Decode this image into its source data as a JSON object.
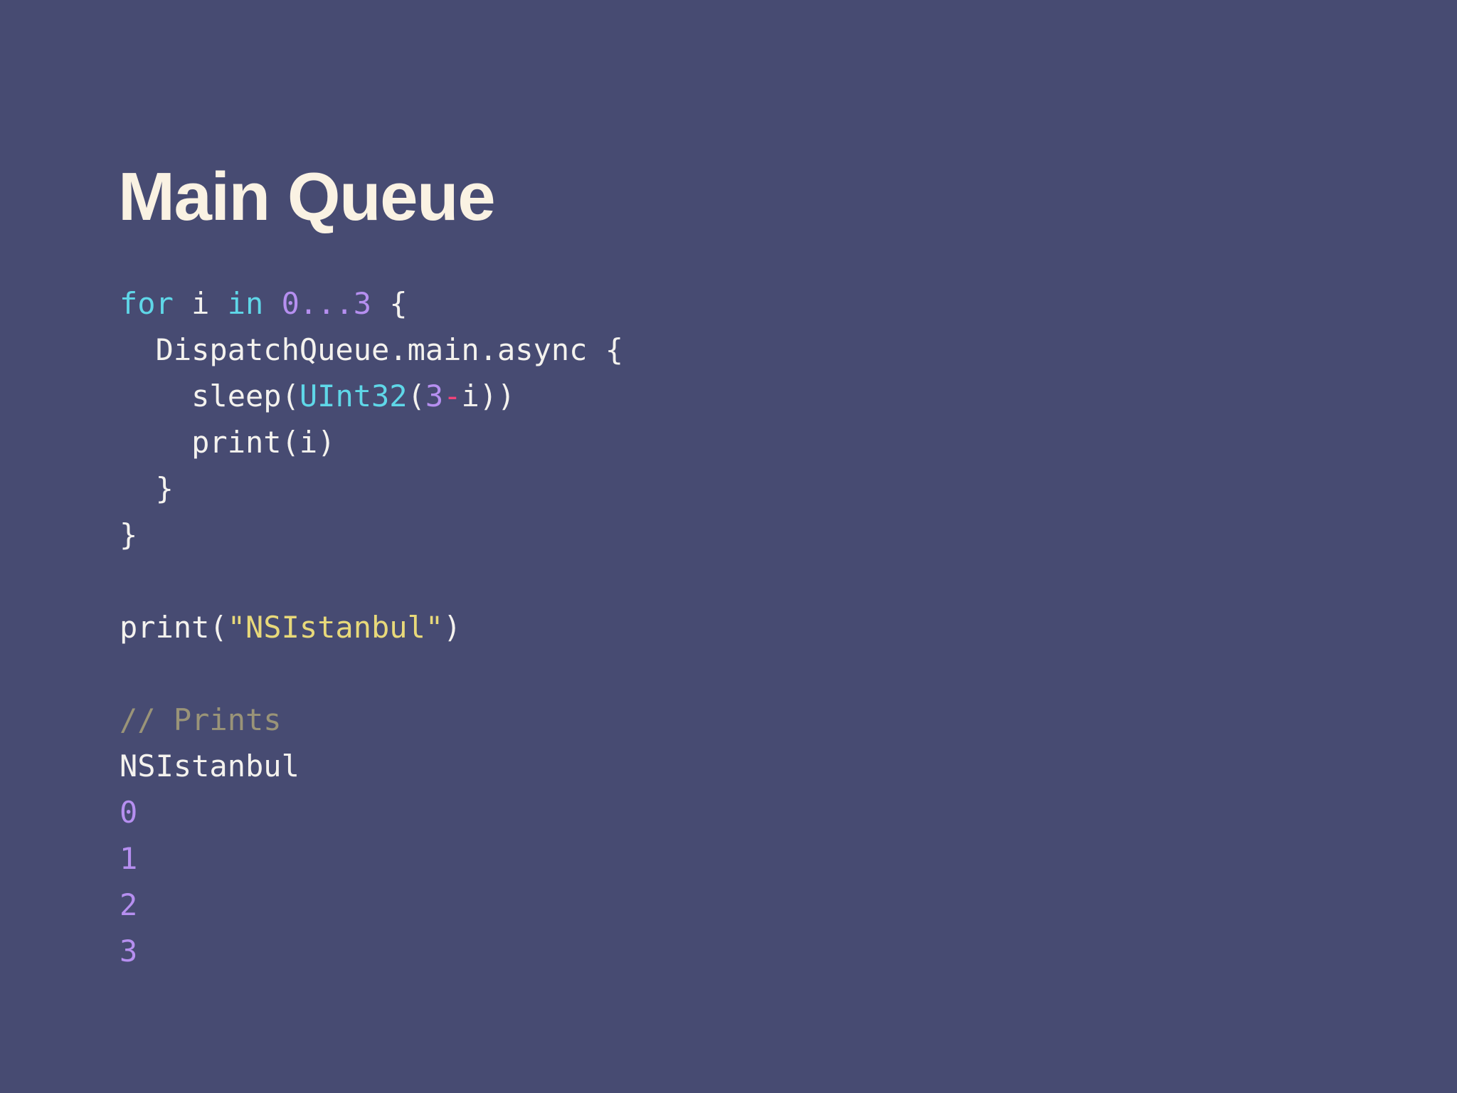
{
  "slide": {
    "background_color": "#474b72",
    "title": "Main Queue",
    "title_color": "#faf2e3"
  },
  "palette": {
    "background": "#474b72",
    "plain": "#f4f2ee",
    "keyword": "#5fd7e8",
    "type": "#5fd7e8",
    "number": "#b68ff0",
    "operator": "#f0437a",
    "string": "#e8d97a",
    "comment": "#9a9478"
  },
  "code": {
    "language": "swift",
    "lines": [
      {
        "id": "line-for",
        "tokens": [
          {
            "text": "for",
            "kind": "keyword"
          },
          {
            "text": " i ",
            "kind": "plain"
          },
          {
            "text": "in",
            "kind": "keyword"
          },
          {
            "text": " ",
            "kind": "plain"
          },
          {
            "text": "0...3",
            "kind": "number"
          },
          {
            "text": " {",
            "kind": "plain"
          }
        ]
      },
      {
        "id": "line-dispatch",
        "tokens": [
          {
            "text": "  DispatchQueue.main.async {",
            "kind": "plain"
          }
        ]
      },
      {
        "id": "line-sleep",
        "tokens": [
          {
            "text": "    sleep(",
            "kind": "plain"
          },
          {
            "text": "UInt32",
            "kind": "type"
          },
          {
            "text": "(",
            "kind": "plain"
          },
          {
            "text": "3",
            "kind": "number"
          },
          {
            "text": "-",
            "kind": "operator"
          },
          {
            "text": "i))",
            "kind": "plain"
          }
        ]
      },
      {
        "id": "line-print-i",
        "tokens": [
          {
            "text": "    print(i)",
            "kind": "plain"
          }
        ]
      },
      {
        "id": "line-close-inner",
        "tokens": [
          {
            "text": "  }",
            "kind": "plain"
          }
        ]
      },
      {
        "id": "line-close-outer",
        "tokens": [
          {
            "text": "}",
            "kind": "plain"
          }
        ]
      },
      {
        "id": "line-blank-1",
        "tokens": []
      },
      {
        "id": "line-print-string",
        "tokens": [
          {
            "text": "print(",
            "kind": "plain"
          },
          {
            "text": "\"NSIstanbul\"",
            "kind": "string"
          },
          {
            "text": ")",
            "kind": "plain"
          }
        ]
      },
      {
        "id": "line-blank-2",
        "tokens": []
      },
      {
        "id": "line-comment",
        "tokens": [
          {
            "text": "// Prints",
            "kind": "comment"
          }
        ]
      },
      {
        "id": "line-out-nsistanbul",
        "tokens": [
          {
            "text": "NSIstanbul",
            "kind": "output"
          }
        ]
      },
      {
        "id": "line-out-0",
        "tokens": [
          {
            "text": "0",
            "kind": "number"
          }
        ]
      },
      {
        "id": "line-out-1",
        "tokens": [
          {
            "text": "1",
            "kind": "number"
          }
        ]
      },
      {
        "id": "line-out-2",
        "tokens": [
          {
            "text": "2",
            "kind": "number"
          }
        ]
      },
      {
        "id": "line-out-3",
        "tokens": [
          {
            "text": "3",
            "kind": "number"
          }
        ]
      }
    ]
  }
}
